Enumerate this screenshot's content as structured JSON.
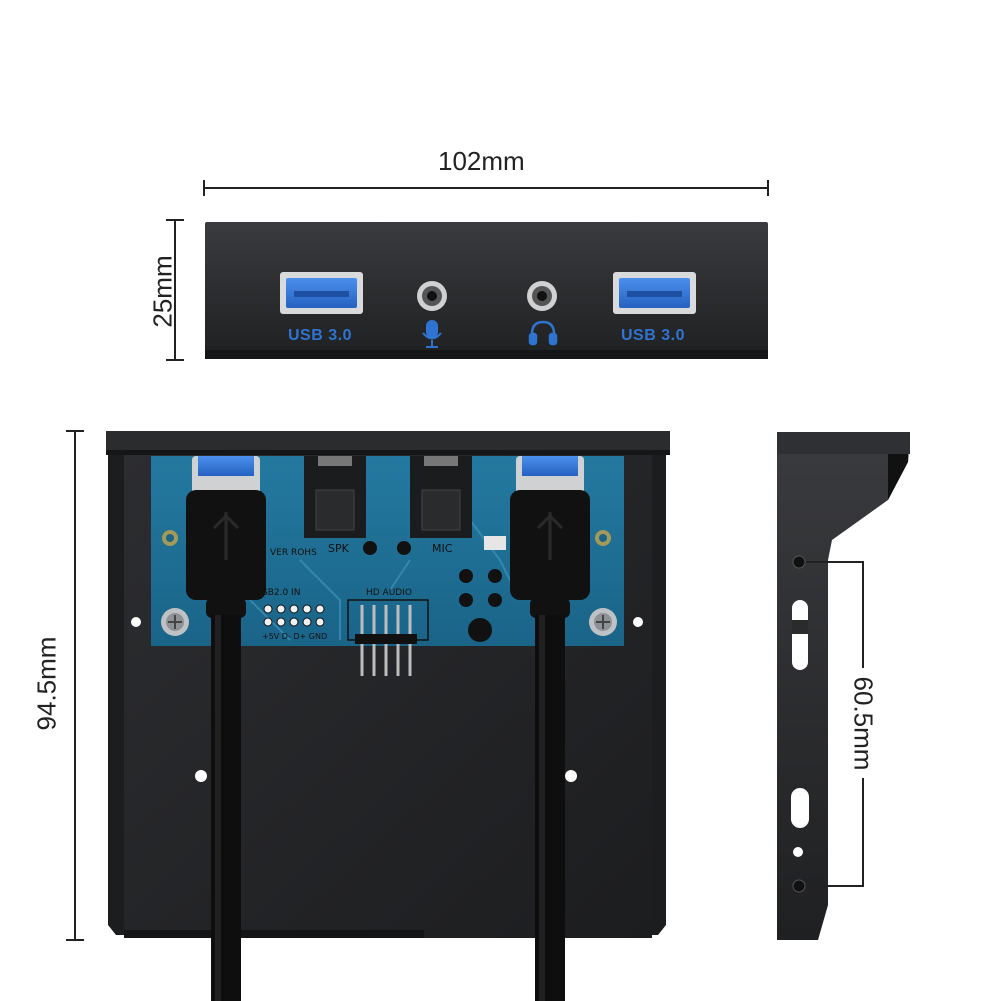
{
  "dimensions": {
    "width": "102mm",
    "height_front": "25mm",
    "height_panel": "94.5mm",
    "hole_spacing": "60.5mm"
  },
  "front_panel": {
    "usb_left_label": "USB 3.0",
    "usb_right_label": "USB 3.0",
    "mic_icon": "microphone-icon",
    "headphone_icon": "headphone-icon"
  },
  "pcb": {
    "spk_label": "SPK",
    "mic_label": "MIC",
    "ver_label": "VER ROHS",
    "usb2_label": "SB2.0 IN",
    "hd_audio_label": "HD AUDIO",
    "pinout_label": "+5V D- D+ GND"
  },
  "colors": {
    "metal": "#2a2b2d",
    "pcb": "#1f6f95",
    "usb_blue": "#2f74d0"
  }
}
